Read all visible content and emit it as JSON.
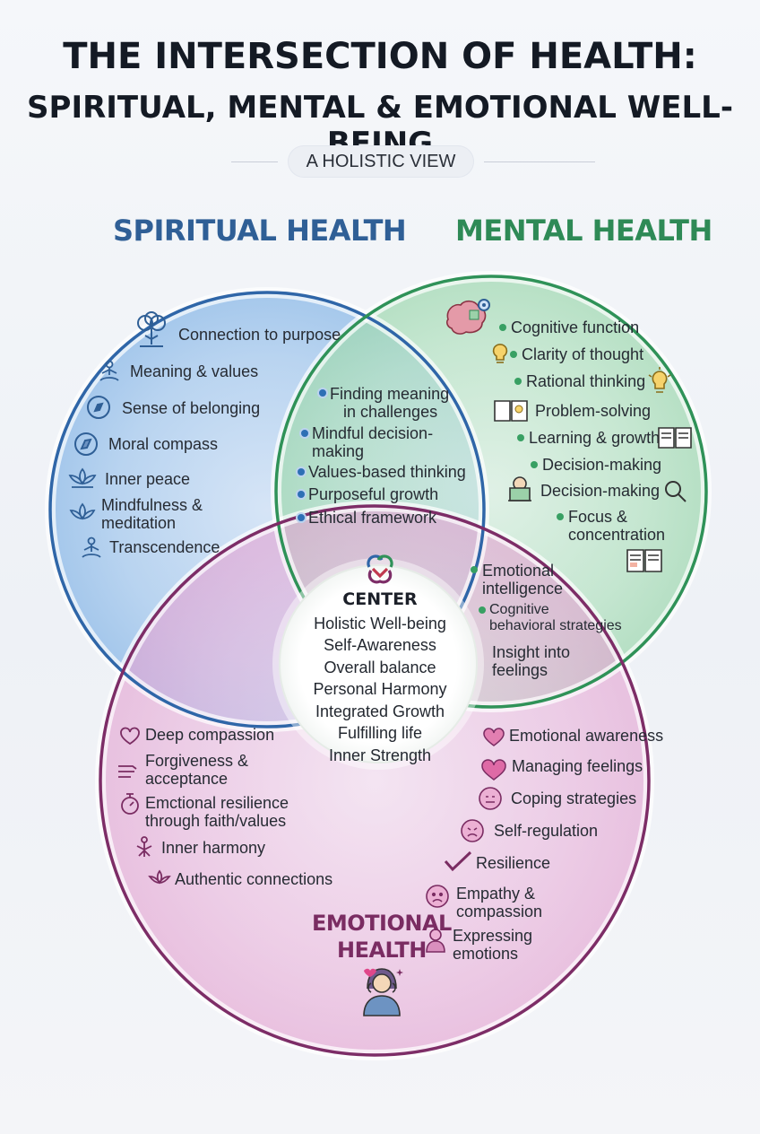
{
  "header": {
    "title_line1": "THE INTERSECTION OF HEALTH:",
    "title_line2": "SPIRITUAL, MENTAL & EMOTIONAL WELL-BEING",
    "subtitle": "A HOLISTIC VIEW"
  },
  "colors": {
    "spiritual": "#2f5f96",
    "mental": "#2e8a56",
    "emotional": "#7a2c62",
    "spiritual_fill": "#9cc3ee",
    "mental_fill": "#a8dcb8",
    "emotional_fill": "#e8a6d6"
  },
  "spiritual": {
    "title": "SPIRITUAL HEALTH",
    "items": [
      {
        "label": "Connection to purpose",
        "icon": "tree-icon"
      },
      {
        "label": "Meaning & values",
        "icon": "meditation-icon"
      },
      {
        "label": "Sense of belonging",
        "icon": "compass-icon"
      },
      {
        "label": "Moral compass",
        "icon": "compass-icon"
      },
      {
        "label": "Inner peace",
        "icon": "lotus-icon"
      },
      {
        "label": "Mindfulness &",
        "label2": "meditation",
        "icon": "lotus-icon"
      },
      {
        "label": "Transcendence",
        "icon": "meditation-icon"
      }
    ]
  },
  "mental": {
    "title": "MENTAL HEALTH",
    "items": [
      {
        "label": "Cognitive function",
        "icon": "brain-gear-icon"
      },
      {
        "label": "Clarity of thought",
        "icon": "lightbulb-icon"
      },
      {
        "label": "Rational thinking",
        "icon": "lightbulb-icon"
      },
      {
        "label": "Problem-solving",
        "icon": "book-icon"
      },
      {
        "label": "Learning & growth",
        "icon": "book-icon"
      },
      {
        "label": "Decision-making"
      },
      {
        "label": "Decision-making",
        "icon": "magnifier-icon"
      },
      {
        "label": "Focus &",
        "label2": "concentration",
        "icon": "book-icon"
      }
    ]
  },
  "emotional": {
    "title_line1": "EMOTIONAL",
    "title_line2": "HEALTH",
    "items": [
      {
        "label": "Emotional awareness",
        "icon": "heart-icon"
      },
      {
        "label": "Managing feelings",
        "icon": "heart-icon"
      },
      {
        "label": "Coping strategies",
        "icon": "face-icon"
      },
      {
        "label": "Self-regulation",
        "icon": "face-icon"
      },
      {
        "label": "Resilience",
        "icon": "check-icon"
      },
      {
        "label": "Empathy &",
        "label2": "compassion",
        "icon": "face-icon"
      },
      {
        "label": "Expressing",
        "label2": "emotions",
        "icon": "person-icon"
      }
    ]
  },
  "spiritual_mental": {
    "items": [
      {
        "label": "Finding meaning",
        "label2": "in challenges"
      },
      {
        "label": "Mindful decision-",
        "label2": "making"
      },
      {
        "label": "Values-based thinking"
      },
      {
        "label": "Purposeful growth"
      },
      {
        "label": "Ethical framework"
      }
    ]
  },
  "mental_emotional": {
    "items": [
      {
        "label": "Emotional",
        "label2": "intelligence"
      },
      {
        "label": "Cognitive",
        "label2": "behavioral strategies"
      },
      {
        "label": "Insight into",
        "label2": "feelings"
      }
    ]
  },
  "spiritual_emotional": {
    "items": [
      {
        "label": "Deep compassion",
        "icon": "heart-hands-icon"
      },
      {
        "label": "Forgiveness &",
        "label2": "acceptance",
        "icon": "hands-icon"
      },
      {
        "label": "Emctional resilience",
        "label2": "through faith/values",
        "icon": "stopwatch-icon"
      },
      {
        "label": "Inner harmony",
        "icon": "harmony-icon"
      },
      {
        "label": "Authentic connections",
        "icon": "lotus-icon"
      }
    ]
  },
  "center": {
    "heading": "CENTER",
    "icon": "interlocking-links-icon",
    "items": [
      "Holistic Well-being",
      "Self-Awareness",
      "Overall balance",
      "Personal Harmony",
      "Integrated Growth",
      "Fulfilling life",
      "Inner Strength"
    ]
  }
}
